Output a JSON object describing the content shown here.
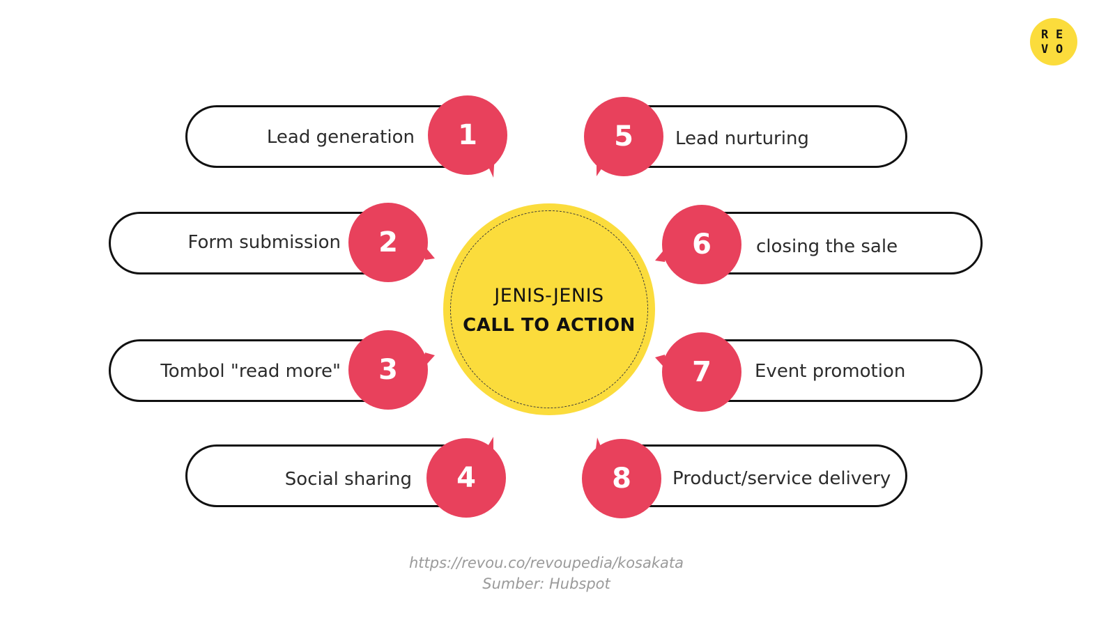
{
  "center": {
    "line1": "JENIS-JENIS",
    "line2": "CALL TO ACTION",
    "color": "#fbdc3c"
  },
  "items": [
    {
      "number": "1",
      "label": "Lead generation"
    },
    {
      "number": "2",
      "label": "Form submission"
    },
    {
      "number": "3",
      "label": "Tombol \"read more\""
    },
    {
      "number": "4",
      "label": "Social sharing"
    },
    {
      "number": "5",
      "label": "Lead nurturing"
    },
    {
      "number": "6",
      "label": "closing the sale"
    },
    {
      "number": "7",
      "label": "Event promotion"
    },
    {
      "number": "8",
      "label": "Product/service delivery"
    }
  ],
  "badge_color": "#e8415c",
  "logo": {
    "letters": [
      "R",
      "E",
      "V",
      "O"
    ],
    "icon": "revo-logo-icon"
  },
  "footer": {
    "url": "https://revou.co/revoupedia/kosakata",
    "source": "Sumber: Hubspot"
  }
}
